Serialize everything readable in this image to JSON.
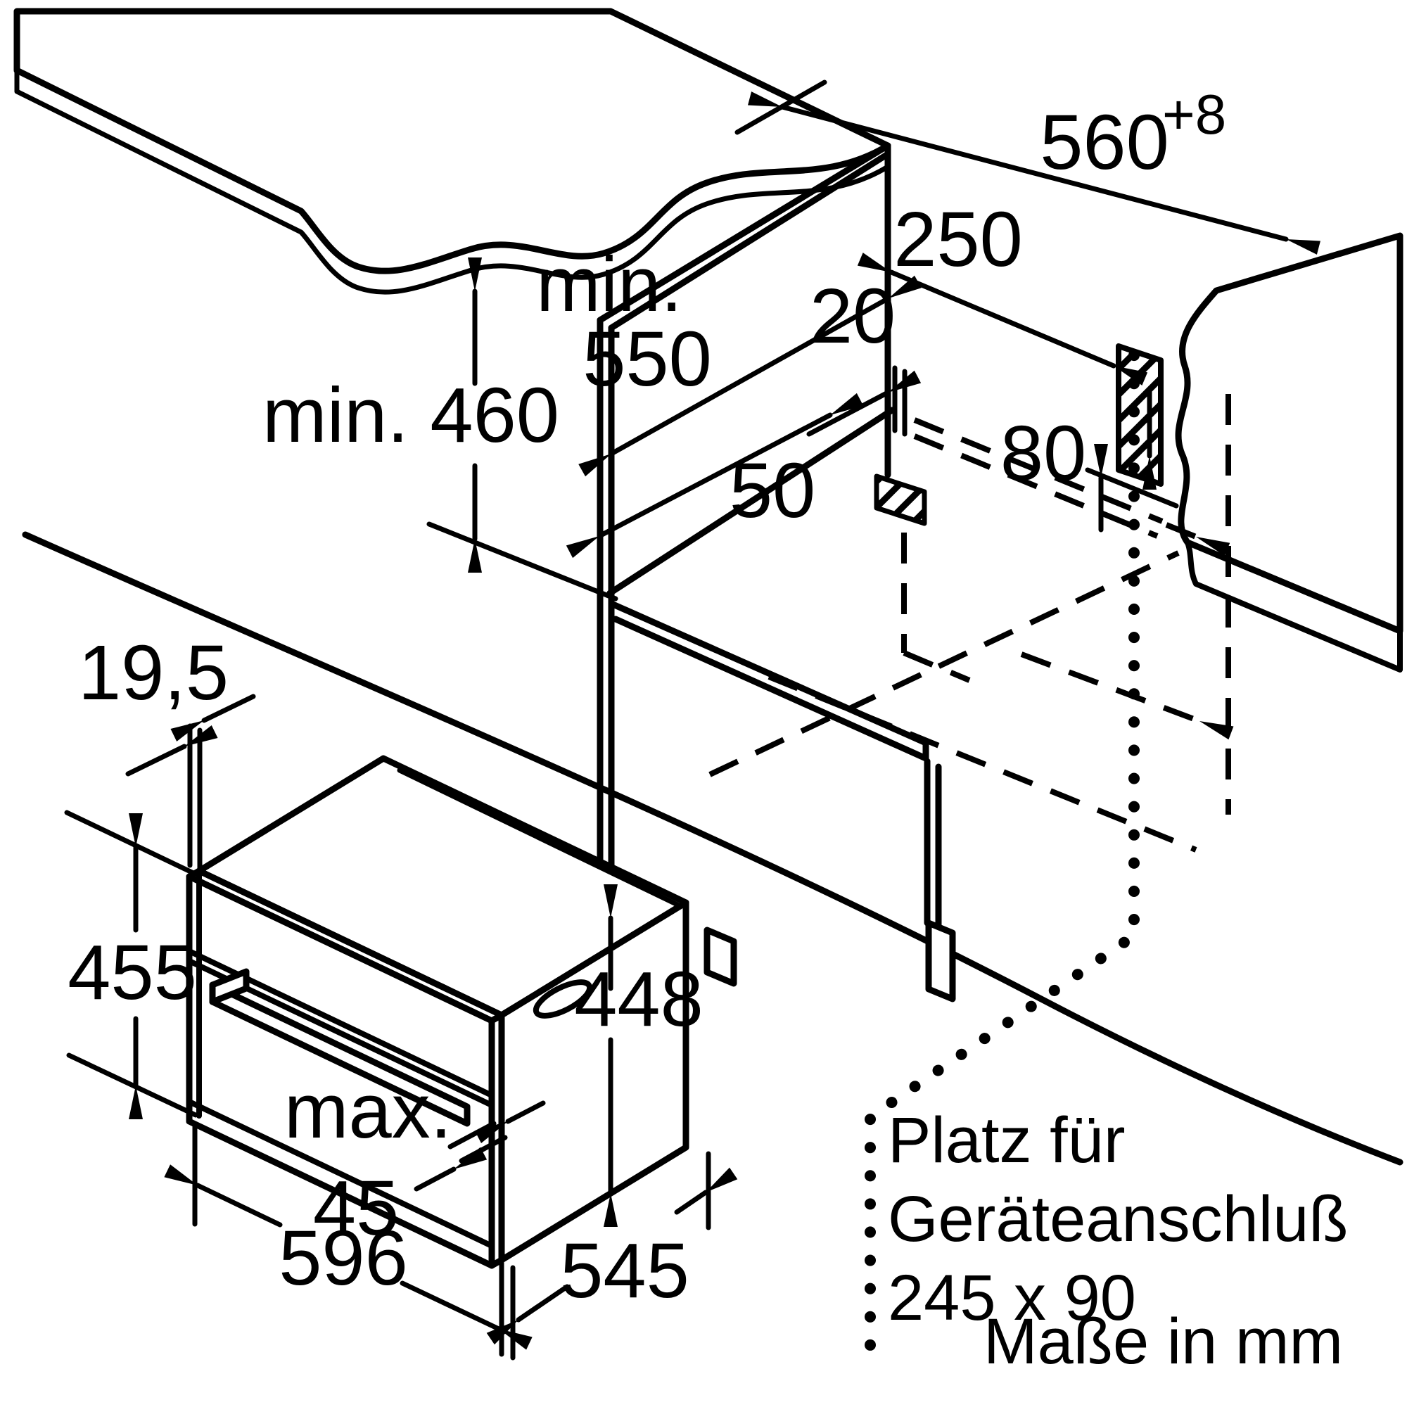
{
  "drawing": {
    "title_note": "Maße in mm",
    "connection_note": {
      "line1": "Platz für",
      "line2": "Geräteanschluß",
      "line3": "245 x 90"
    },
    "dims": {
      "niche_height": "min. 460",
      "niche_depth_word": "min.",
      "niche_depth_value": "550",
      "partition_thickness": "20",
      "connection_offset_horizontal": "250",
      "setback": "50",
      "connection_offset_vertical": "80",
      "niche_width_base": "560",
      "niche_width_tolerance": "+8",
      "panel_overhang": "19,5",
      "oven_front_height": "455",
      "oven_body_height": "448",
      "handle_depth_word": "max.",
      "handle_depth_value": "45",
      "oven_width": "596",
      "oven_depth": "545"
    },
    "colors": {
      "surface_grey": "#ececec",
      "edge_grey": "#d6d6d6",
      "line_black": "#000000"
    }
  }
}
